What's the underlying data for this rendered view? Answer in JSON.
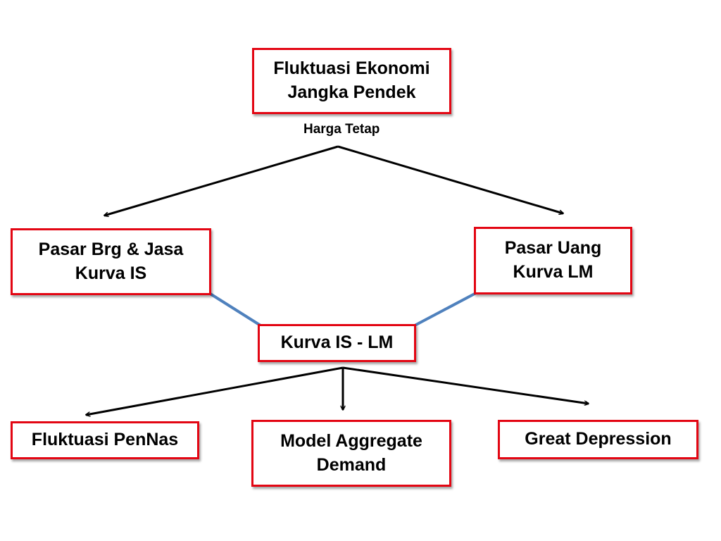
{
  "colors": {
    "box_border": "#e30613",
    "arrow": "#000000",
    "link": "#4f81bd"
  },
  "nodes": {
    "root": {
      "line1": "Fluktuasi Ekonomi",
      "line2": "Jangka Pendek"
    },
    "root_caption": "Harga Tetap",
    "goods_market": {
      "line1": "Pasar Brg & Jasa",
      "line2": "Kurva IS"
    },
    "money_market": {
      "line1": "Pasar Uang",
      "line2": "Kurva LM"
    },
    "is_lm": {
      "label": "Kurva IS - LM"
    },
    "income_fluctuation": {
      "label": "Fluktuasi PenNas"
    },
    "aggregate_demand": {
      "line1": "Model Aggregate",
      "line2": "Demand"
    },
    "great_depression": {
      "label": "Great Depression"
    }
  },
  "edges": [
    {
      "from": "Fluktuasi Ekonomi Jangka Pendek",
      "to": "Pasar Brg & Jasa Kurva IS",
      "style": "arrow"
    },
    {
      "from": "Fluktuasi Ekonomi Jangka Pendek",
      "to": "Pasar Uang Kurva LM",
      "style": "arrow"
    },
    {
      "from": "Pasar Brg & Jasa Kurva IS",
      "to": "Kurva IS - LM",
      "style": "line"
    },
    {
      "from": "Pasar Uang Kurva LM",
      "to": "Kurva IS - LM",
      "style": "line"
    },
    {
      "from": "Kurva IS - LM",
      "to": "Fluktuasi PenNas",
      "style": "arrow"
    },
    {
      "from": "Kurva IS - LM",
      "to": "Model Aggregate Demand",
      "style": "arrow"
    },
    {
      "from": "Kurva IS - LM",
      "to": "Great Depression",
      "style": "arrow"
    }
  ]
}
